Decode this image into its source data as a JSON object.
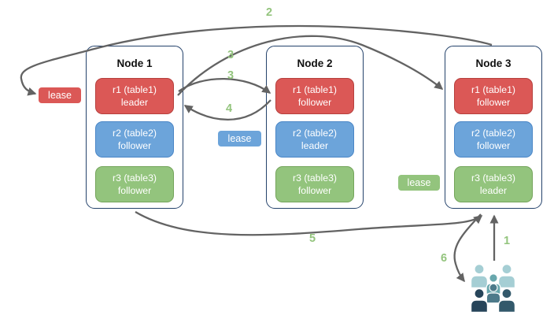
{
  "nodes": [
    {
      "title": "Node 1",
      "replicas": [
        {
          "name": "r1 (table1)",
          "role": "leader",
          "color": "red"
        },
        {
          "name": "r2 (table2)",
          "role": "follower",
          "color": "blue"
        },
        {
          "name": "r3 (table3)",
          "role": "follower",
          "color": "green"
        }
      ]
    },
    {
      "title": "Node 2",
      "replicas": [
        {
          "name": "r1 (table1)",
          "role": "follower",
          "color": "red"
        },
        {
          "name": "r2 (table2)",
          "role": "leader",
          "color": "blue"
        },
        {
          "name": "r3 (table3)",
          "role": "follower",
          "color": "green"
        }
      ]
    },
    {
      "title": "Node 3",
      "replicas": [
        {
          "name": "r1 (table1)",
          "role": "follower",
          "color": "red"
        },
        {
          "name": "r2 (table2)",
          "role": "follower",
          "color": "blue"
        },
        {
          "name": "r3 (table3)",
          "role": "leader",
          "color": "green"
        }
      ]
    }
  ],
  "leases": [
    {
      "label": "lease",
      "color": "red"
    },
    {
      "label": "lease",
      "color": "blue"
    },
    {
      "label": "lease",
      "color": "green"
    }
  ],
  "steps": [
    {
      "label": "1"
    },
    {
      "label": "2"
    },
    {
      "label": "3"
    },
    {
      "label": "3"
    },
    {
      "label": "4"
    },
    {
      "label": "5"
    },
    {
      "label": "6"
    }
  ],
  "icons": {
    "users_group": "group of six person silhouettes"
  },
  "colors": {
    "arrow": "#636363",
    "step_number": "#93c47d",
    "node_border": "#24426b",
    "red_fill": "#db5856",
    "red_border": "#b6403d",
    "blue_fill": "#6ca4da",
    "blue_border": "#4a86c6",
    "green_fill": "#93c47d",
    "green_border": "#74a45b",
    "people": [
      "#a5ced4",
      "#68a7ad",
      "#4d7a8a",
      "#27455a",
      "#33596b"
    ]
  }
}
